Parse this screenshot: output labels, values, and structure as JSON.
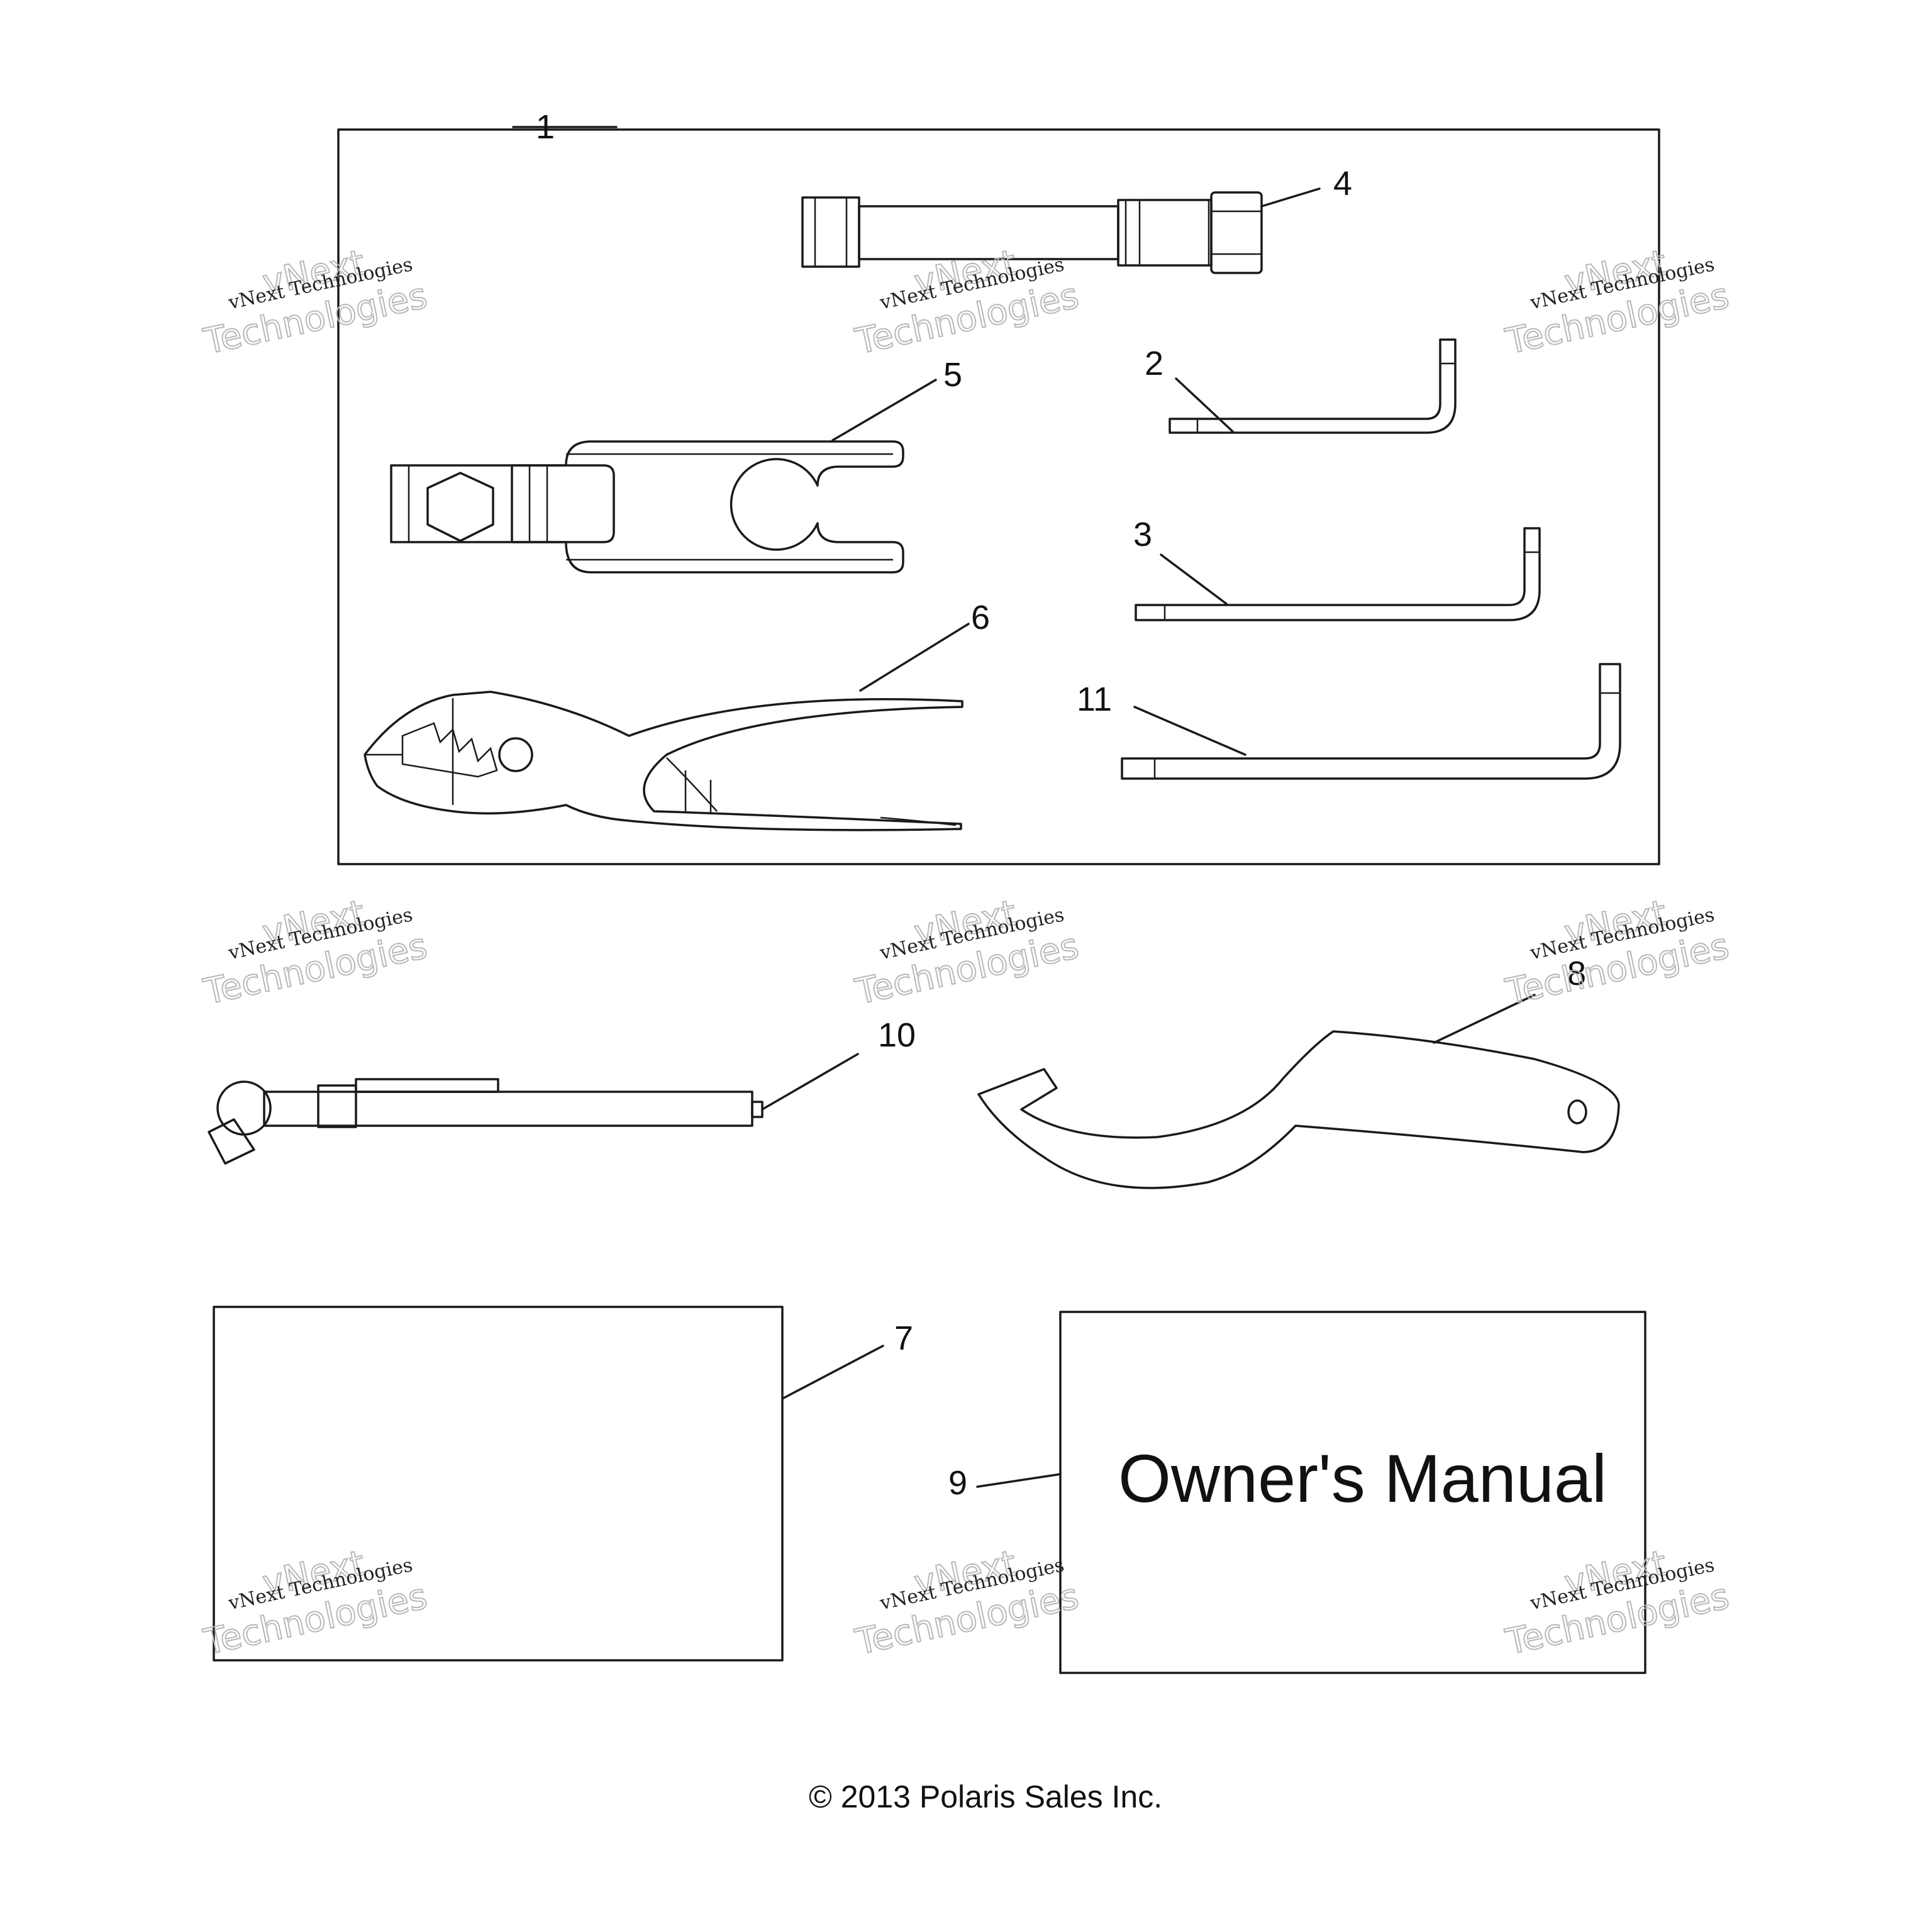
{
  "callouts": [
    {
      "id": "1",
      "text": "1"
    },
    {
      "id": "2",
      "text": "2"
    },
    {
      "id": "3",
      "text": "3"
    },
    {
      "id": "4",
      "text": "4"
    },
    {
      "id": "5",
      "text": "5"
    },
    {
      "id": "6",
      "text": "6"
    },
    {
      "id": "7",
      "text": "7"
    },
    {
      "id": "8",
      "text": "8"
    },
    {
      "id": "9",
      "text": "9"
    },
    {
      "id": "10",
      "text": "10"
    },
    {
      "id": "11",
      "text": "11"
    }
  ],
  "manual": {
    "title": "Owner's Manual"
  },
  "footer": {
    "copyright": "© 2013 Polaris Sales Inc."
  },
  "watermark": {
    "line1": "vNext Technologies",
    "big_top": "vNext",
    "big_bottom": "Technologies"
  },
  "colors": {
    "line": "#1a1a1a",
    "watermark": "#b8b8b8",
    "background": "#ffffff"
  }
}
